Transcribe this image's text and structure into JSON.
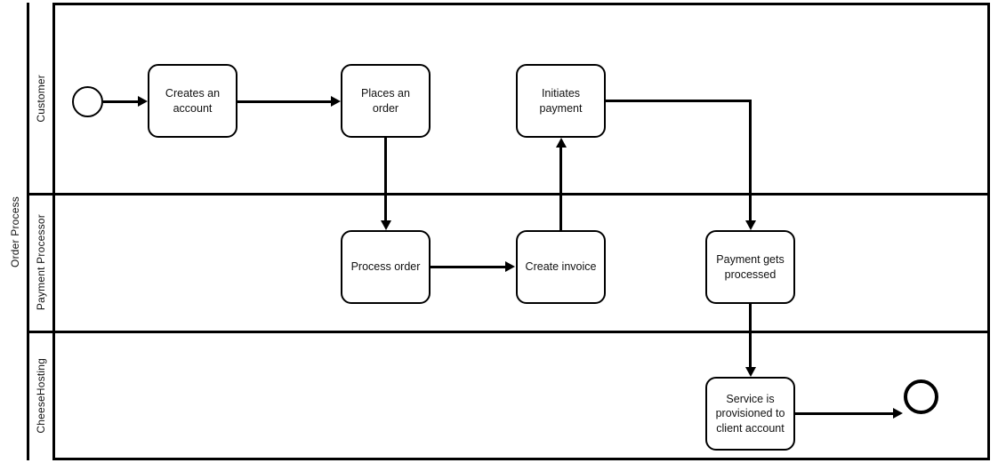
{
  "diagram": {
    "type": "bpmn-collaboration",
    "pool": {
      "name": "Order Process"
    },
    "lanes": [
      {
        "id": "customer",
        "name": "Customer"
      },
      {
        "id": "payment-processor",
        "name": "Payment Processor"
      },
      {
        "id": "cheesehosting",
        "name": "CheeseHosting"
      }
    ],
    "events": [
      {
        "id": "start-event",
        "kind": "start",
        "lane": "customer",
        "label": ""
      },
      {
        "id": "end-event",
        "kind": "end",
        "lane": "cheesehosting",
        "label": ""
      }
    ],
    "tasks": [
      {
        "id": "creates-an-account",
        "lane": "customer",
        "label": "Creates an account"
      },
      {
        "id": "places-an-order",
        "lane": "customer",
        "label": "Places an order"
      },
      {
        "id": "initiates-payment",
        "lane": "customer",
        "label": "Initiates payment"
      },
      {
        "id": "process-order",
        "lane": "payment-processor",
        "label": "Process order"
      },
      {
        "id": "create-invoice",
        "lane": "payment-processor",
        "label": "Create invoice"
      },
      {
        "id": "payment-gets-processed",
        "lane": "payment-processor",
        "label": "Payment gets processed"
      },
      {
        "id": "service-provisioned",
        "lane": "cheesehosting",
        "label": "Service is provisioned to client account"
      }
    ],
    "flows": [
      {
        "from": "start-event",
        "to": "creates-an-account"
      },
      {
        "from": "creates-an-account",
        "to": "places-an-order"
      },
      {
        "from": "places-an-order",
        "to": "process-order"
      },
      {
        "from": "process-order",
        "to": "create-invoice"
      },
      {
        "from": "create-invoice",
        "to": "initiates-payment"
      },
      {
        "from": "initiates-payment",
        "to": "payment-gets-processed"
      },
      {
        "from": "payment-gets-processed",
        "to": "service-provisioned"
      },
      {
        "from": "service-provisioned",
        "to": "end-event"
      }
    ],
    "colors": {
      "stroke": "#000000",
      "fill": "#ffffff",
      "text": "#111111"
    }
  }
}
